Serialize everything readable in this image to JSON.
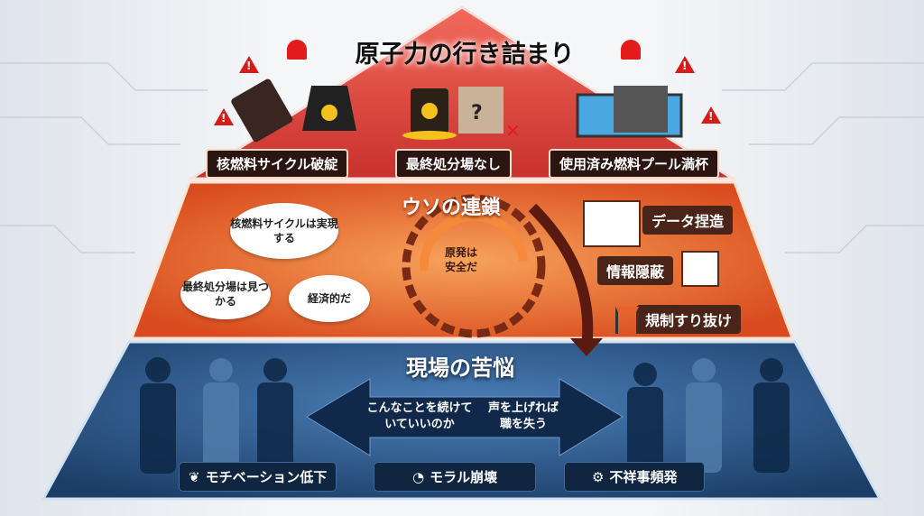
{
  "top_tier": {
    "title": "原子力の行き詰まり",
    "items": [
      "核燃料サイクル破綻",
      "最終処分場なし",
      "使用済み燃料プール満杯"
    ],
    "color": "#d93a35"
  },
  "middle_tier": {
    "title": "ウソの連鎖",
    "center_text": "原発は安全だ",
    "clouds": [
      "核燃料サイクルは実現する",
      "最終処分場は見つかる",
      "経済的だ"
    ],
    "actions": [
      "データ捏造",
      "情報隠蔽",
      "規制すり抜け"
    ],
    "color": "#e8622a"
  },
  "bottom_tier": {
    "title": "現場の苦悩",
    "left_arrow_text": "こんなことを続けていていいのか",
    "right_arrow_text": "声を上げれば職を失う",
    "items": [
      {
        "label": "モチベーション低下",
        "icon": "wilting-plant-icon"
      },
      {
        "label": "モラル崩壊",
        "icon": "broken-compass-icon"
      },
      {
        "label": "不祥事頻発",
        "icon": "broken-gear-icon"
      }
    ],
    "color": "#2c5a8c"
  }
}
